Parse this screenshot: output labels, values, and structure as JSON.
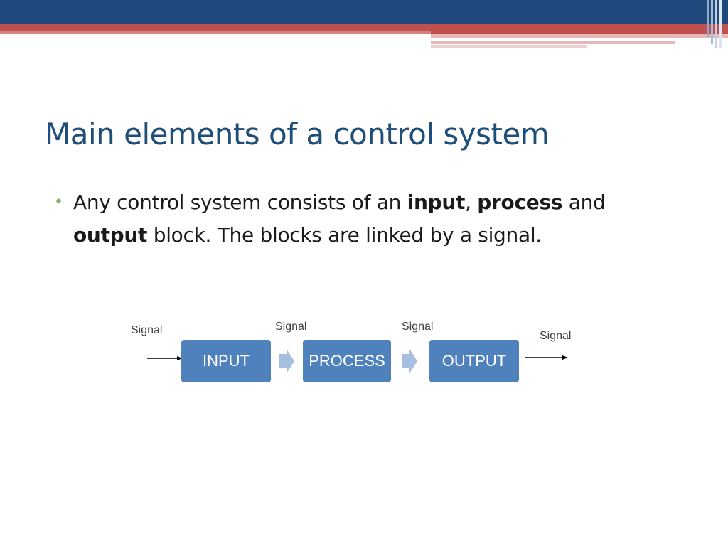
{
  "slide": {
    "title": "Main elements of a control system",
    "bullet": {
      "segments": [
        {
          "text": "Any control system consists of an ",
          "bold": false
        },
        {
          "text": "input",
          "bold": true
        },
        {
          "text": ", ",
          "bold": false
        },
        {
          "text": "process",
          "bold": true
        },
        {
          "text": " and ",
          "bold": false
        },
        {
          "text": "output",
          "bold": true
        },
        {
          "text": " block. The blocks are linked by a signal.",
          "bold": false
        }
      ]
    }
  },
  "diagram": {
    "blocks": [
      "INPUT",
      "PROCESS",
      "OUTPUT"
    ],
    "signal_labels": [
      "Signal",
      "Signal",
      "Signal",
      "Signal"
    ]
  },
  "colors": {
    "header_navy": "#1f497d",
    "header_red": "#c0504d",
    "header_pink": "#e6b9b8",
    "title_blue": "#1f4e79",
    "bullet_green": "#86b15f",
    "block_fill": "#4f81bd",
    "block_arrow": "#a7bfde"
  }
}
